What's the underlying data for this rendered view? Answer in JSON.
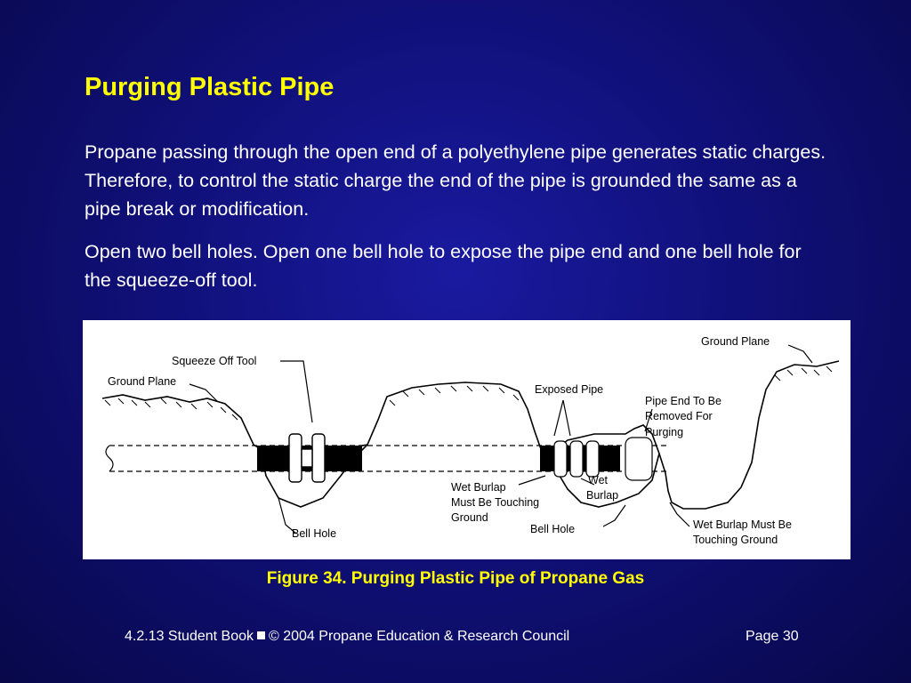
{
  "slide": {
    "title": "Purging Plastic Pipe",
    "paragraphs": [
      "Propane passing through the open end of a polyethylene pipe generates static charges.  Therefore, to control the static charge the end of the pipe is grounded the same as a pipe break or modification.",
      "Open two bell holes.  Open one bell hole to expose the pipe end and one bell hole for the squeeze-off tool."
    ],
    "caption": "Figure 34.  Purging Plastic Pipe of Propane Gas"
  },
  "figure": {
    "labels": {
      "ground_plane_right": "Ground Plane",
      "squeeze_off_tool": "Squeeze Off Tool",
      "ground_plane_left": "Ground Plane",
      "exposed_pipe": "Exposed Pipe",
      "pipe_end_line1": "Pipe End To Be",
      "pipe_end_line2": "Removed For",
      "pipe_end_line3": "Purging",
      "wet_burlap_touch_line1": "Wet Burlap",
      "wet_burlap_touch_line2": "Must Be Touching",
      "wet_burlap_touch_line3": "Ground",
      "wet_burlap_line1": "Wet",
      "wet_burlap_line2": "Burlap",
      "bell_hole_left": "Bell Hole",
      "bell_hole_right": "Bell Hole",
      "wet_burlap_must_line1": "Wet Burlap Must Be",
      "wet_burlap_must_line2": "Touching Ground"
    }
  },
  "footer": {
    "course": "4.2.13  Student Book",
    "copyright": "© 2004 Propane Education & Research Council",
    "page": "Page  30"
  },
  "colors": {
    "title": "#ffff00",
    "text": "#ffffff",
    "background": "#10107a"
  }
}
